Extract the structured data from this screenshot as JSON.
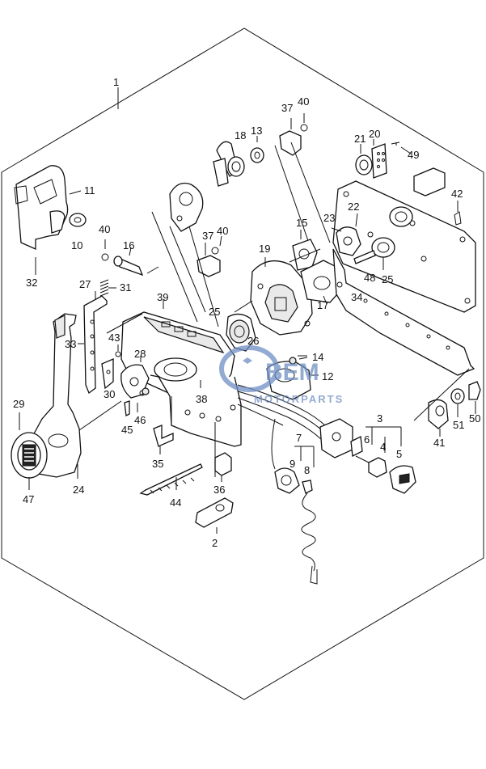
{
  "diagram": {
    "callouts": [
      {
        "id": "c1",
        "text": "1"
      },
      {
        "id": "c2",
        "text": "2"
      },
      {
        "id": "c3",
        "text": "3"
      },
      {
        "id": "c4",
        "text": "4"
      },
      {
        "id": "c5",
        "text": "5"
      },
      {
        "id": "c6",
        "text": "6"
      },
      {
        "id": "c7",
        "text": "7"
      },
      {
        "id": "c8",
        "text": "8"
      },
      {
        "id": "c9",
        "text": "9"
      },
      {
        "id": "c10",
        "text": "10"
      },
      {
        "id": "c11",
        "text": "11"
      },
      {
        "id": "c12",
        "text": "12"
      },
      {
        "id": "c13",
        "text": "13"
      },
      {
        "id": "c14",
        "text": "14"
      },
      {
        "id": "c15",
        "text": "15"
      },
      {
        "id": "c16",
        "text": "16"
      },
      {
        "id": "c17",
        "text": "17"
      },
      {
        "id": "c18",
        "text": "18"
      },
      {
        "id": "c19",
        "text": "19"
      },
      {
        "id": "c20",
        "text": "20"
      },
      {
        "id": "c21",
        "text": "21"
      },
      {
        "id": "c22",
        "text": "22"
      },
      {
        "id": "c23",
        "text": "23"
      },
      {
        "id": "c24",
        "text": "24"
      },
      {
        "id": "c25a",
        "text": "25"
      },
      {
        "id": "c25b",
        "text": "25"
      },
      {
        "id": "c26",
        "text": "26"
      },
      {
        "id": "c27",
        "text": "27"
      },
      {
        "id": "c28",
        "text": "28"
      },
      {
        "id": "c29",
        "text": "29"
      },
      {
        "id": "c30",
        "text": "30"
      },
      {
        "id": "c31",
        "text": "31"
      },
      {
        "id": "c32",
        "text": "32"
      },
      {
        "id": "c33",
        "text": "33"
      },
      {
        "id": "c34",
        "text": "34"
      },
      {
        "id": "c35",
        "text": "35"
      },
      {
        "id": "c36",
        "text": "36"
      },
      {
        "id": "c37a",
        "text": "37"
      },
      {
        "id": "c37b",
        "text": "37"
      },
      {
        "id": "c38",
        "text": "38"
      },
      {
        "id": "c39",
        "text": "39"
      },
      {
        "id": "c40a",
        "text": "40"
      },
      {
        "id": "c40b",
        "text": "40"
      },
      {
        "id": "c40c",
        "text": "40"
      },
      {
        "id": "c41",
        "text": "41"
      },
      {
        "id": "c42",
        "text": "42"
      },
      {
        "id": "c43",
        "text": "43"
      },
      {
        "id": "c44",
        "text": "44"
      },
      {
        "id": "c45",
        "text": "45"
      },
      {
        "id": "c46",
        "text": "46"
      },
      {
        "id": "c47",
        "text": "47"
      },
      {
        "id": "c48",
        "text": "48"
      },
      {
        "id": "c49",
        "text": "49"
      },
      {
        "id": "c50",
        "text": "50"
      },
      {
        "id": "c51",
        "text": "51"
      }
    ]
  },
  "watermark": {
    "brand": "BEM",
    "sub": "MOTORPARTS",
    "color": "#6f8fc4"
  },
  "colors": {
    "line": "#111111",
    "background": "#ffffff"
  }
}
